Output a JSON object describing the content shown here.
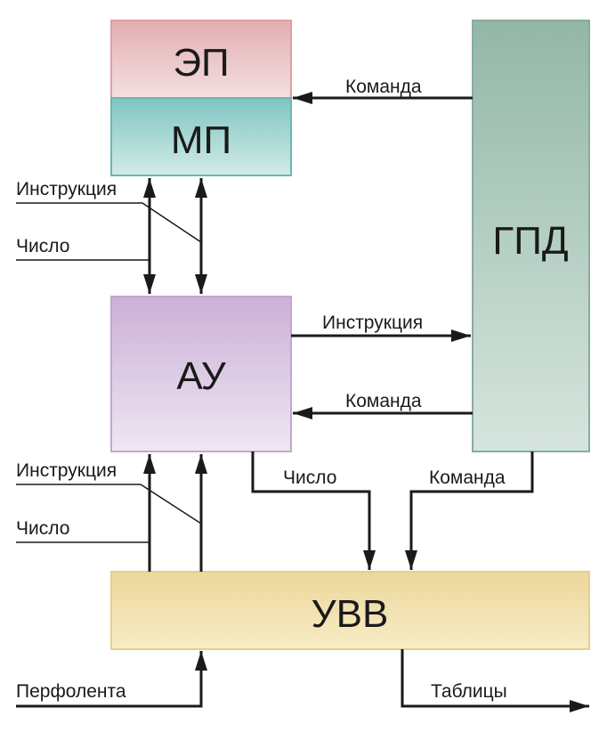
{
  "blocks": {
    "ep": "ЭП",
    "mp": "МП",
    "gpd": "ГПД",
    "au": "АУ",
    "uvv": "УВВ"
  },
  "labels": {
    "cmd_gpd_to_mp": "Команда",
    "instr_top": "Инструкция",
    "number_top": "Число",
    "instr_au_to_gpd": "Инструкция",
    "cmd_gpd_to_au": "Команда",
    "instr_bottom": "Инструкция",
    "number_bottom": "Число",
    "number_au_to_uvv": "Число",
    "cmd_gpd_to_uvv": "Команда",
    "tape_in": "Перфолента",
    "tables_out": "Таблицы"
  },
  "colors": {
    "ep_top": "#e3aeb2",
    "ep_bottom": "#f4dfe0",
    "mp_top": "#7fc5c0",
    "mp_bottom": "#d2ebe8",
    "gpd_top": "#92b7a7",
    "gpd_bottom": "#d6e5de",
    "au_top": "#cbb0d6",
    "au_bottom": "#efe6f3",
    "uvv_top": "#ecd79a",
    "uvv_bottom": "#f8ecc6"
  }
}
